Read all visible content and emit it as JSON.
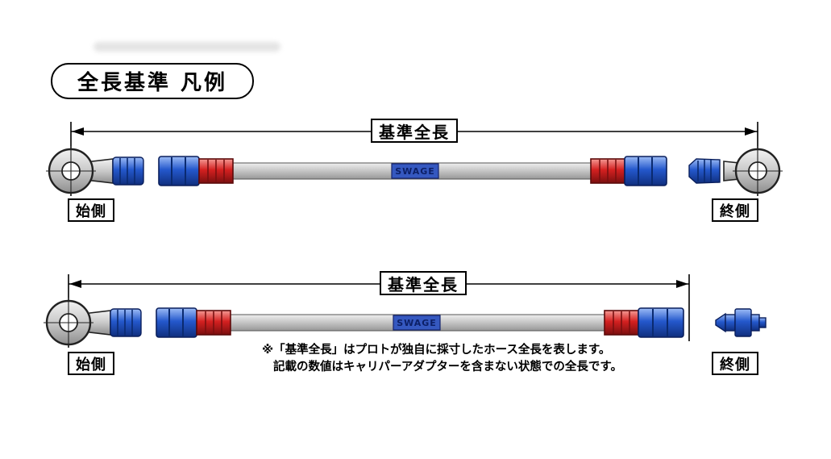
{
  "title": "全長基準 凡例",
  "legend": {
    "dimension_label": "基準全長",
    "start_label": "始側",
    "end_label": "終側"
  },
  "hose": {
    "brand": "SWAGE"
  },
  "note": {
    "line1": "※「基準全長」はプロトが独自に採寸したホース全長を表します。",
    "line2": "記載の数値はキャリパーアダプターを含まない状態での全長です。"
  },
  "colors": {
    "fitting_blue": "#2458cc",
    "fitting_red": "#d42020",
    "hose_gray": "#c4c4c4",
    "banjo_gray": "#c9c9c9",
    "swage_label_bg": "#3558c0",
    "swage_label_text": "#0c1f66",
    "line_black": "#000000"
  }
}
